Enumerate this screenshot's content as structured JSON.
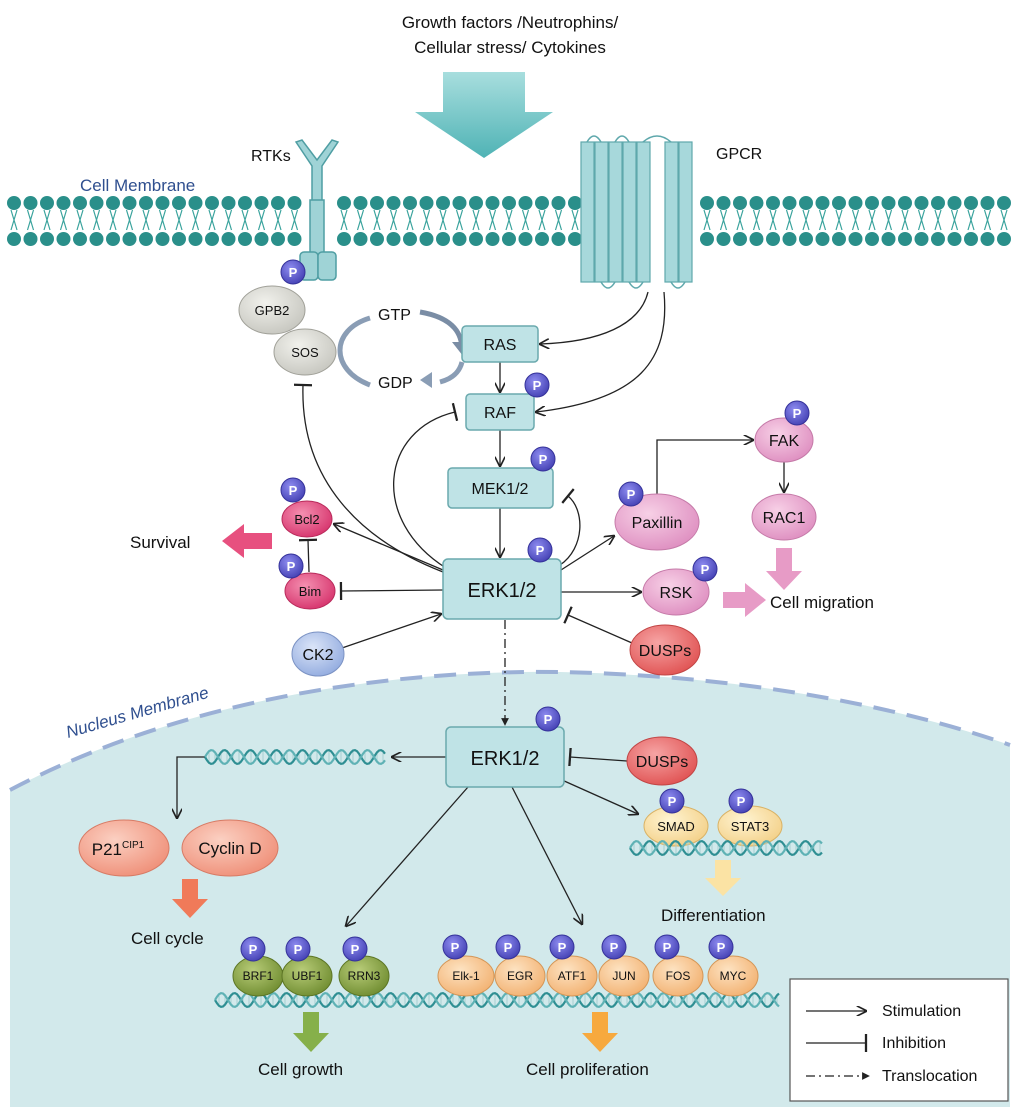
{
  "signals": {
    "line1": "Growth factors /Neutrophins/",
    "line2": "Cellular stress/ Cytokines"
  },
  "labels": {
    "rtks": "RTKs",
    "gpcr": "GPCR",
    "cell_membrane": "Cell Membrane",
    "nucleus_membrane": "Nucleus Membrane",
    "gtp": "GTP",
    "gdp": "GDP",
    "phospho": "P"
  },
  "nodes": {
    "gpb2": "GPB2",
    "sos": "SOS",
    "ras": "RAS",
    "raf": "RAF",
    "mek": "MEK1/2",
    "erk_cyto": "ERK1/2",
    "erk_nuc": "ERK1/2",
    "bcl2": "Bcl2",
    "bim": "Bim",
    "ck2": "CK2",
    "paxillin": "Paxillin",
    "fak": "FAK",
    "rac1": "RAC1",
    "rsk": "RSK",
    "dusps_cyto": "DUSPs",
    "dusps_nuc": "DUSPs",
    "smad": "SMAD",
    "stat3": "STAT3",
    "p21": "P21",
    "p21_sup": "CIP1",
    "cyclin_d": "Cyclin D",
    "brf1": "BRF1",
    "ubf1": "UBF1",
    "rrn3": "RRN3",
    "elk1": "Elk-1",
    "egr": "EGR",
    "atf1": "ATF1",
    "jun": "JUN",
    "fos": "FOS",
    "myc": "MYC"
  },
  "outcomes": {
    "survival": "Survival",
    "cell_migration": "Cell migration",
    "differentiation": "Differentiation",
    "cell_cycle": "Cell cycle",
    "cell_growth": "Cell growth",
    "cell_proliferation": "Cell proliferation"
  },
  "legend": {
    "stimulation": "Stimulation",
    "inhibition": "Inhibition",
    "translocation": "Translocation"
  },
  "colors": {
    "node_fill": "#bfe3e6",
    "node_stroke": "#6aa9ad",
    "phospho": "#5b57c9",
    "membrane": "#2a8f8a",
    "nucleus": "#cfe6e8",
    "pink_dark": "#e04a7a",
    "pink_light": "#e8a6cf",
    "red_node": "#e8696a",
    "salmon": "#f2a493",
    "olive": "#8ca34a",
    "peach": "#f6c48c",
    "yellow_node": "#f8e0a0",
    "gray_node": "#d6d6d0",
    "ck2": "#a9bee6",
    "arrow_big": "#6cc3c4"
  }
}
